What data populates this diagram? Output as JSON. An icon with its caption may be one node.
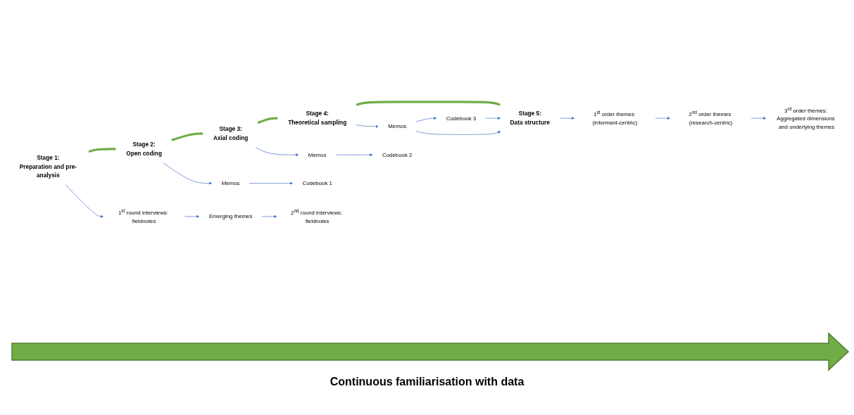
{
  "diagram": {
    "nodes": [
      {
        "text": [
          "Stage 1:",
          "Preparation and pre-analysis"
        ]
      },
      {
        "text": [
          "Stage 2:",
          "Open coding"
        ]
      },
      {
        "text": [
          "Stage 3:",
          "Axial coding"
        ]
      },
      {
        "text": [
          "Stage 4:",
          "Theoretical sampling"
        ]
      },
      {
        "text": [
          "Stage 5:",
          "Data structure"
        ]
      },
      {
        "text": [
          "1$^{st}$ round interviews: fieldnotes"
        ]
      },
      {
        "text": [
          "Emerging themes"
        ]
      },
      {
        "text": [
          "2$^{nd}$ round interviews: fieldnotes"
        ]
      },
      {
        "text": [
          "Memos"
        ]
      },
      {
        "text": [
          "Codebook 1"
        ]
      },
      {
        "text": [
          "Memos"
        ]
      },
      {
        "text": [
          "Codebook 2"
        ]
      },
      {
        "text": [
          "Memos"
        ]
      },
      {
        "text": [
          "Codebook 3"
        ]
      },
      {
        "text": [
          "1$^{st}$ order themes (informant-centric)"
        ]
      },
      {
        "text": [
          "2$^{nd}$ order themes (research-centric)"
        ]
      },
      {
        "text": [
          "3$^{rd}$ order themes: Aggregated dimensions and underlying themes"
        ]
      }
    ],
    "edges": [
      {
        "from": 0,
        "to": 1,
        "arrow": "to",
        "style": "thick",
        "color": "#70ad47"
      },
      {
        "from": 1,
        "to": 2,
        "arrow": "to",
        "style": "thick",
        "color": "#70ad47"
      },
      {
        "from": 2,
        "to": 3,
        "arrow": "to",
        "style": "thick",
        "color": "#70ad47"
      },
      {
        "from": 3,
        "to": 4,
        "arrow": "to",
        "style": "thick",
        "color": "#70ad47"
      },
      {
        "from": 0,
        "to": 5,
        "arrow": "to"
      },
      {
        "from": 5,
        "to": 6,
        "arrow": "to"
      },
      {
        "from": 6,
        "to": 7,
        "arrow": "to"
      },
      {
        "from": 1,
        "to": 8,
        "arrow": "to"
      },
      {
        "from": 8,
        "to": 9,
        "arrow": "to"
      },
      {
        "from": 2,
        "to": 10,
        "arrow": "to"
      },
      {
        "from": 10,
        "to": 11,
        "arrow": "to"
      },
      {
        "from": 3,
        "to": 12,
        "arrow": "to"
      },
      {
        "from": 12,
        "to": 13,
        "arrow": "to"
      },
      {
        "from": 12,
        "to": 4,
        "arrow": "to"
      },
      {
        "from": 13,
        "to": 4,
        "arrow": "to"
      },
      {
        "from": 4,
        "to": 14,
        "arrow": "to"
      },
      {
        "from": 14,
        "to": 15,
        "arrow": "to"
      },
      {
        "from": 15,
        "to": 16,
        "arrow": "to"
      }
    ],
    "labels": [
      "Continuous familiarisation with data"
    ]
  }
}
